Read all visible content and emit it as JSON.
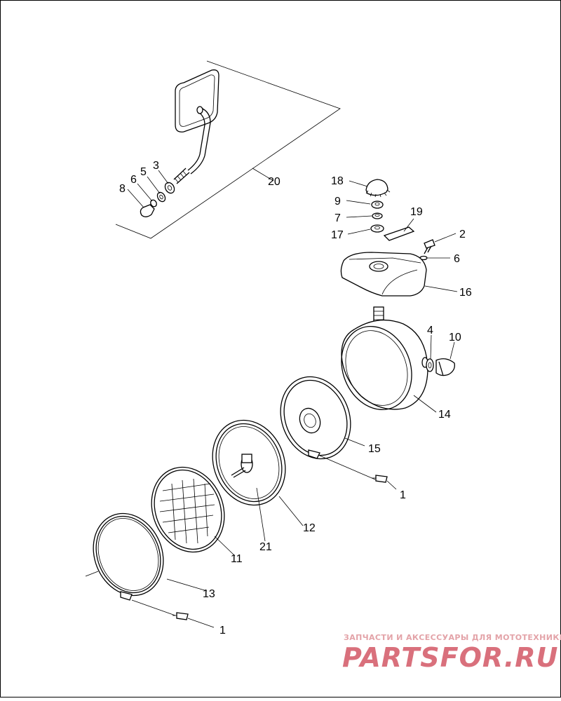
{
  "part_labels": [
    {
      "id": "1a",
      "text": "1"
    },
    {
      "id": "1b",
      "text": "1"
    },
    {
      "id": "2",
      "text": "2"
    },
    {
      "id": "3",
      "text": "3"
    },
    {
      "id": "4",
      "text": "4"
    },
    {
      "id": "5",
      "text": "5"
    },
    {
      "id": "6a",
      "text": "6"
    },
    {
      "id": "6b",
      "text": "6"
    },
    {
      "id": "7",
      "text": "7"
    },
    {
      "id": "8",
      "text": "8"
    },
    {
      "id": "9",
      "text": "9"
    },
    {
      "id": "10",
      "text": "10"
    },
    {
      "id": "11",
      "text": "11"
    },
    {
      "id": "12",
      "text": "12"
    },
    {
      "id": "13",
      "text": "13"
    },
    {
      "id": "14",
      "text": "14"
    },
    {
      "id": "15",
      "text": "15"
    },
    {
      "id": "16",
      "text": "16"
    },
    {
      "id": "17",
      "text": "17"
    },
    {
      "id": "18",
      "text": "18"
    },
    {
      "id": "19",
      "text": "19"
    },
    {
      "id": "20",
      "text": "20"
    },
    {
      "id": "21",
      "text": "21"
    }
  ],
  "watermark": {
    "tagline": "ЗАПЧАСТИ И АКСЕССУАРЫ ДЛЯ МОТОТЕХНИКИ",
    "brand": "PARTSFOR.RU"
  },
  "colors": {
    "line": "#000000",
    "background": "#ffffff",
    "watermark": "#d9707c"
  }
}
